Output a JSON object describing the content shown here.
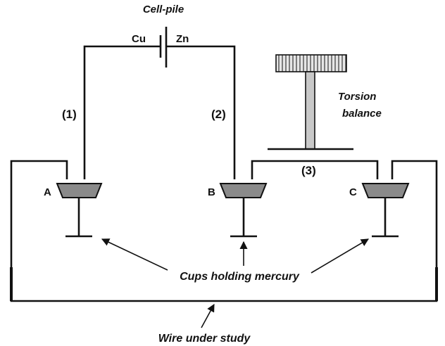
{
  "diagram": {
    "battery": {
      "title": "Cell-pile",
      "left_label": "Cu",
      "right_label": "Zn"
    },
    "wire_labels": {
      "w1": "(1)",
      "w2": "(2)",
      "w3": "(3)"
    },
    "torsion": {
      "line1": "Torsion",
      "line2": "balance"
    },
    "cups": {
      "a": "A",
      "b": "B",
      "c": "C"
    },
    "cups_caption": "Cups holding mercury",
    "wire_caption": "Wire under study",
    "colors": {
      "cup_fill": "#8a8a8a",
      "knob_fill": "#e6e6e6",
      "rod_fill": "#c8c8c8",
      "line": "#111111"
    }
  }
}
